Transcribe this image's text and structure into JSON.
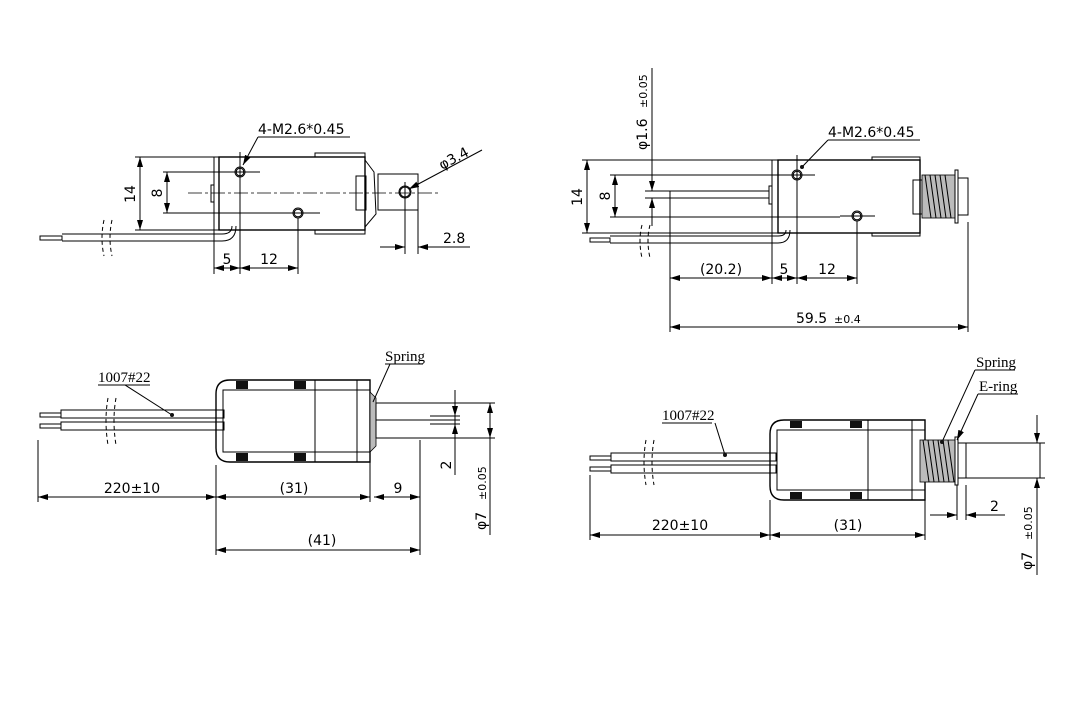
{
  "top_left_view": {
    "thread_callout": "4-M2.6*0.45",
    "hole_diameter": "φ3.4",
    "dim_height": "14",
    "dim_hole_spacing": "8",
    "dim_plate_to_hole": "5",
    "dim_hole_pitch": "12",
    "dim_plunger_hole": "2.8"
  },
  "top_right_view": {
    "thread_callout": "4-M2.6*0.45",
    "rod_diameter": "φ1.6",
    "rod_diameter_tol": "±0.05",
    "dim_height": "14",
    "dim_hole_spacing": "8",
    "dim_rod_length": "(20.2)",
    "dim_plate_to_hole": "5",
    "dim_hole_pitch": "12",
    "dim_overall": "59.5",
    "dim_overall_tol": "±0.4"
  },
  "bottom_left_view": {
    "wire_label": "1007#22",
    "spring_label": "Spring",
    "dim_wire": "220±10",
    "dim_body": "(31)",
    "dim_stroke": "9",
    "dim_total": "(41)",
    "dim_slot": "2",
    "plunger_diameter": "φ7",
    "plunger_diameter_tol": "±0.05"
  },
  "bottom_right_view": {
    "wire_label": "1007#22",
    "spring_label": "Spring",
    "ering_label": "E-ring",
    "dim_wire": "220±10",
    "dim_body": "(31)",
    "dim_gap": "2",
    "plunger_diameter": "φ7",
    "plunger_diameter_tol": "±0.05"
  }
}
